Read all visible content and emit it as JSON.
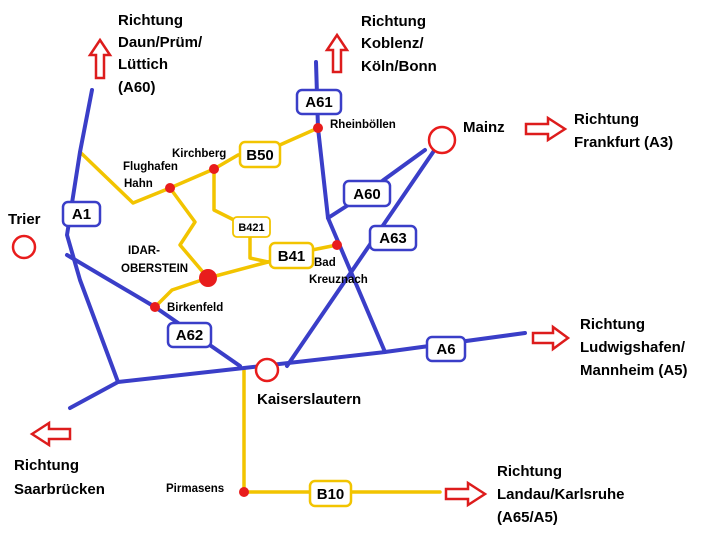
{
  "colors": {
    "autobahn": "#3a3ec8",
    "bundesstrasse": "#f2c400",
    "city_marker": "#e81c1c",
    "arrow": "#dd1c1c"
  },
  "cities": {
    "mainz": "Mainz",
    "trier": "Trier",
    "kaiserslautern": "Kaiserslautern",
    "rheinboellen": "Rheinböllen",
    "kirchberg": "Kirchberg",
    "flughafen_hahn_1": "Flughafen",
    "flughafen_hahn_2": "Hahn",
    "idar_oberstein_1": "IDAR-",
    "idar_oberstein_2": "OBERSTEIN",
    "birkenfeld": "Birkenfeld",
    "bad_kreuznach_1": "Bad",
    "bad_kreuznach_2": "Kreuznach",
    "pirmasens": "Pirmasens"
  },
  "roads": {
    "a1": "A1",
    "a6": "A6",
    "a60": "A60",
    "a61": "A61",
    "a62": "A62",
    "a63": "A63",
    "b10": "B10",
    "b41": "B41",
    "b50": "B50",
    "b421": "B421"
  },
  "directions": {
    "daun": [
      "Richtung",
      "Daun/Prüm/",
      "Lüttich",
      "(A60)"
    ],
    "koblenz": [
      "Richtung",
      "Koblenz/",
      "Köln/Bonn"
    ],
    "frankfurt": [
      "Richtung",
      "Frankfurt (A3)"
    ],
    "ludwigshafen": [
      "Richtung",
      "Ludwigshafen/",
      "Mannheim (A5)"
    ],
    "landau": [
      "Richtung",
      "Landau/Karlsruhe",
      "(A65/A5)"
    ],
    "saarbruecken": [
      "Richtung",
      "Saarbrücken"
    ]
  }
}
